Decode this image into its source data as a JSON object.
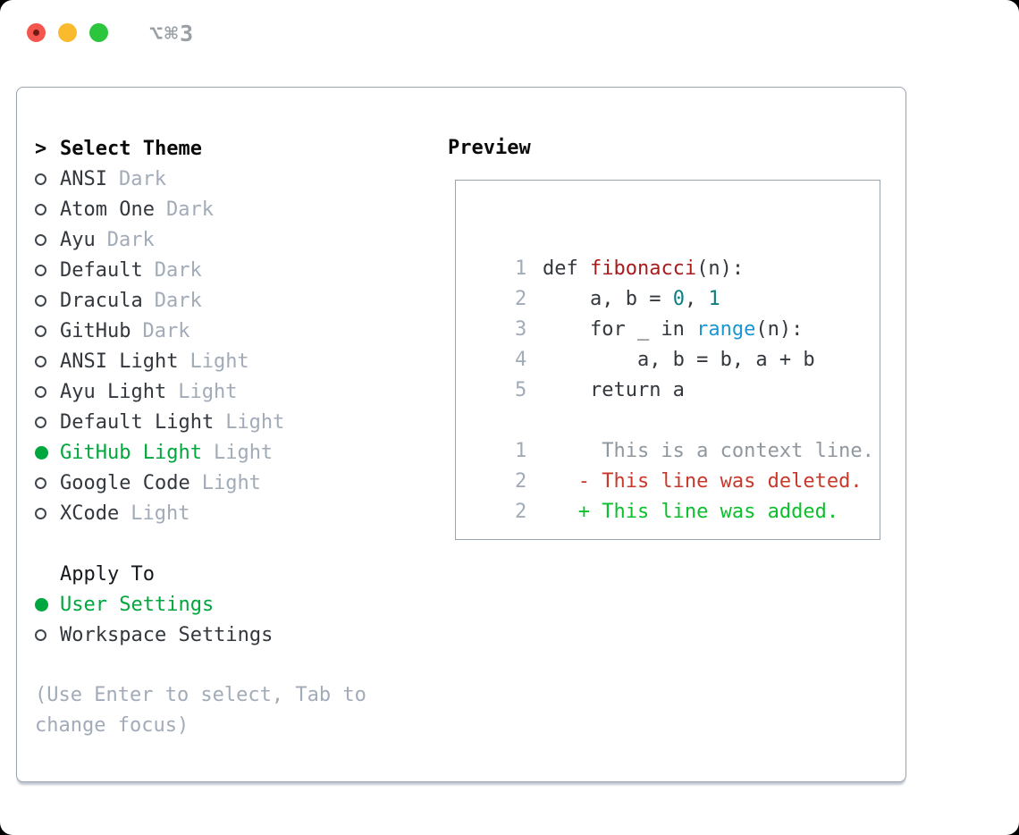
{
  "window": {
    "title": "⌥⌘3",
    "traffic_lights": {
      "close": "close-button",
      "minimize": "minimize-button",
      "zoom": "zoom-button"
    }
  },
  "theme_list": {
    "prompt": ">",
    "title": "Select Theme",
    "items": [
      {
        "name": "ANSI",
        "tag": "Dark",
        "selected": false
      },
      {
        "name": "Atom One",
        "tag": "Dark",
        "selected": false
      },
      {
        "name": "Ayu",
        "tag": "Dark",
        "selected": false
      },
      {
        "name": "Default",
        "tag": "Dark",
        "selected": false
      },
      {
        "name": "Dracula",
        "tag": "Dark",
        "selected": false
      },
      {
        "name": "GitHub",
        "tag": "Dark",
        "selected": false
      },
      {
        "name": "ANSI Light",
        "tag": "Light",
        "selected": false
      },
      {
        "name": "Ayu Light",
        "tag": "Light",
        "selected": false
      },
      {
        "name": "Default Light",
        "tag": "Light",
        "selected": false
      },
      {
        "name": "GitHub Light",
        "tag": "Light",
        "selected": true
      },
      {
        "name": "Google Code",
        "tag": "Light",
        "selected": false
      },
      {
        "name": "XCode",
        "tag": "Light",
        "selected": false
      }
    ]
  },
  "apply_to": {
    "title": "Apply To",
    "options": [
      {
        "label": "User Settings",
        "selected": true
      },
      {
        "label": "Workspace Settings",
        "selected": false
      }
    ]
  },
  "hint": "(Use Enter to select, Tab to change focus)",
  "preview": {
    "title": "Preview",
    "code_lines": [
      {
        "num": "1",
        "tokens": [
          {
            "text": "def ",
            "type": "plain"
          },
          {
            "text": "fibonacci",
            "type": "function"
          },
          {
            "text": "(n):",
            "type": "plain"
          }
        ]
      },
      {
        "num": "2",
        "tokens": [
          {
            "text": "    a, b = ",
            "type": "plain"
          },
          {
            "text": "0",
            "type": "number"
          },
          {
            "text": ", ",
            "type": "plain"
          },
          {
            "text": "1",
            "type": "number"
          }
        ]
      },
      {
        "num": "3",
        "tokens": [
          {
            "text": "    for _ in ",
            "type": "plain"
          },
          {
            "text": "range",
            "type": "builtin"
          },
          {
            "text": "(n):",
            "type": "plain"
          }
        ]
      },
      {
        "num": "4",
        "tokens": [
          {
            "text": "        a, b = b, a + b",
            "type": "plain"
          }
        ]
      },
      {
        "num": "5",
        "tokens": [
          {
            "text": "    return a",
            "type": "plain"
          }
        ]
      },
      {
        "num": "",
        "tokens": []
      },
      {
        "num": "1",
        "tokens": [
          {
            "text": "     This is a context line.",
            "type": "context"
          }
        ]
      },
      {
        "num": "2",
        "tokens": [
          {
            "text": "   - This line was deleted.",
            "type": "deleted"
          }
        ]
      },
      {
        "num": "2",
        "tokens": [
          {
            "text": "   + This line was added.",
            "type": "added"
          }
        ]
      }
    ]
  },
  "colors": {
    "accent_green": "#00a73c",
    "item_dark": "#33383e",
    "muted_gray": "#a2abb8",
    "line_number_gray": "#a2abb8",
    "panel_border": "#9aa3b0",
    "code_function_red": "#a81c1c",
    "code_number_teal": "#0e7d84",
    "code_builtin_blue": "#1b96d1",
    "diff_context_gray": "#8f979f",
    "diff_deleted_red": "#c9392b",
    "diff_added_green": "#0cc02d",
    "traffic_red": "#f4564e",
    "traffic_red_dot": "#6e1b13",
    "traffic_yellow": "#f9bb2d",
    "traffic_green": "#2cc53e"
  }
}
